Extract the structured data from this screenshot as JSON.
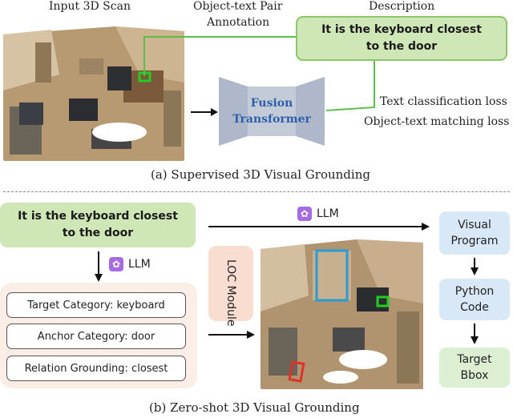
{
  "top": {
    "label_scan": "Input 3D Scan",
    "label_pair_1": "Object-text Pair",
    "label_pair_2": "Annotation",
    "label_desc": "Description",
    "description_line1": "It is the keyboard closest",
    "description_line2": "to the door",
    "fusion_line1": "Fusion",
    "fusion_line2": "Transformer",
    "loss1": "Text classification loss",
    "loss2": "Object-text matching loss",
    "caption": "(a) Supervised 3D Visual Grounding"
  },
  "bottom": {
    "query_line1": "It is the keyboard closest",
    "query_line2": "to the door",
    "llm_label_top": "LLM",
    "llm_label_left": "LLM",
    "target_category": "Target Category: keyboard",
    "anchor_category": "Anchor Category: door",
    "relation_grounding": "Relation Grounding: closest",
    "loc_module": "LOC Module",
    "visual_program_1": "Visual",
    "visual_program_2": "Program",
    "python_code_1": "Python",
    "python_code_2": "Code",
    "target_bbox_1": "Target",
    "target_bbox_2": "Bbox",
    "caption": "(b) Zero-shot 3D Visual Grounding"
  },
  "icons": [
    "openai-icon",
    "arrow-icon"
  ],
  "colors": {
    "green_box": "#cfe6b6",
    "green_border": "#8ec46a",
    "fusion_blue": "#2f5fa8",
    "info_bg": "#fbeee6",
    "visual_blue": "#d8e8f6",
    "target_green": "#dcefd2",
    "bbox_green": "#22cc22",
    "bbox_blue": "#2a9bd6",
    "bbox_red": "#e0302a"
  }
}
